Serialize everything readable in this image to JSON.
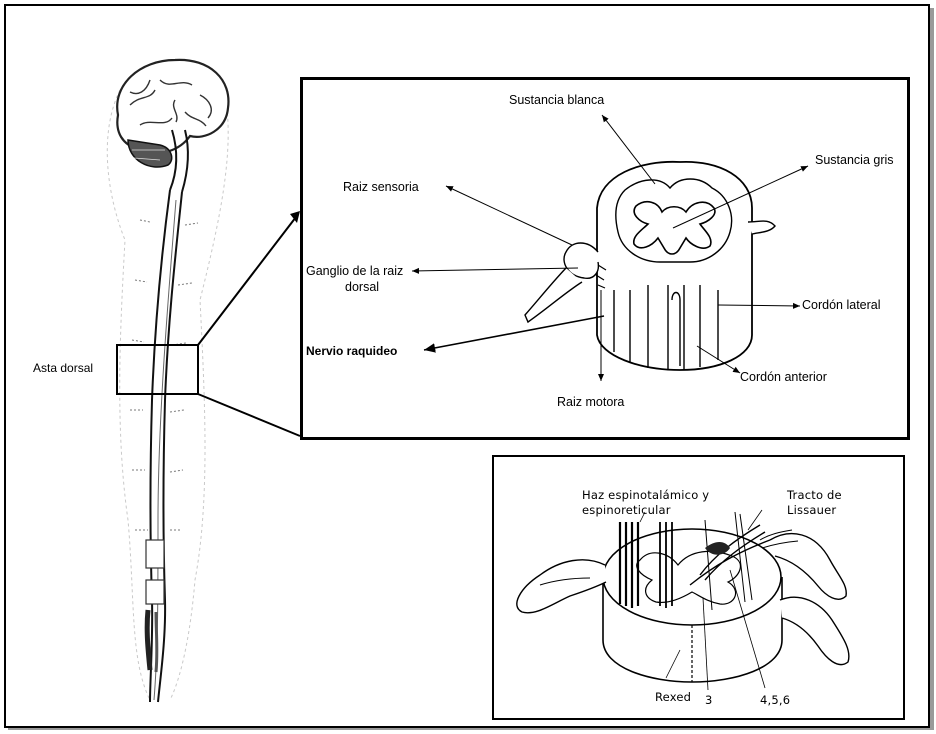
{
  "labels": {
    "asta_dorsal": "Asta dorsal",
    "sustancia_blanca": "Sustancia blanca",
    "sustancia_gris": "Sustancia gris",
    "raiz_sensoria": "Raiz sensoria",
    "ganglio_line1": "Ganglio de la raiz",
    "ganglio_line2": "dorsal",
    "cordon_lateral": "Cordón lateral",
    "nervio_raquideo": "Nervio raquideo",
    "cordon_anterior": "Cordón anterior",
    "raiz_motora": "Raiz motora",
    "haz_line1": "Haz espinotalámico y",
    "haz_line2": "espinoreticular",
    "tracto_line1": "Tracto de",
    "tracto_line2": "Lissauer",
    "rexed": "Rexed",
    "lamina_3": "3",
    "lamina_456": "4,5,6"
  }
}
